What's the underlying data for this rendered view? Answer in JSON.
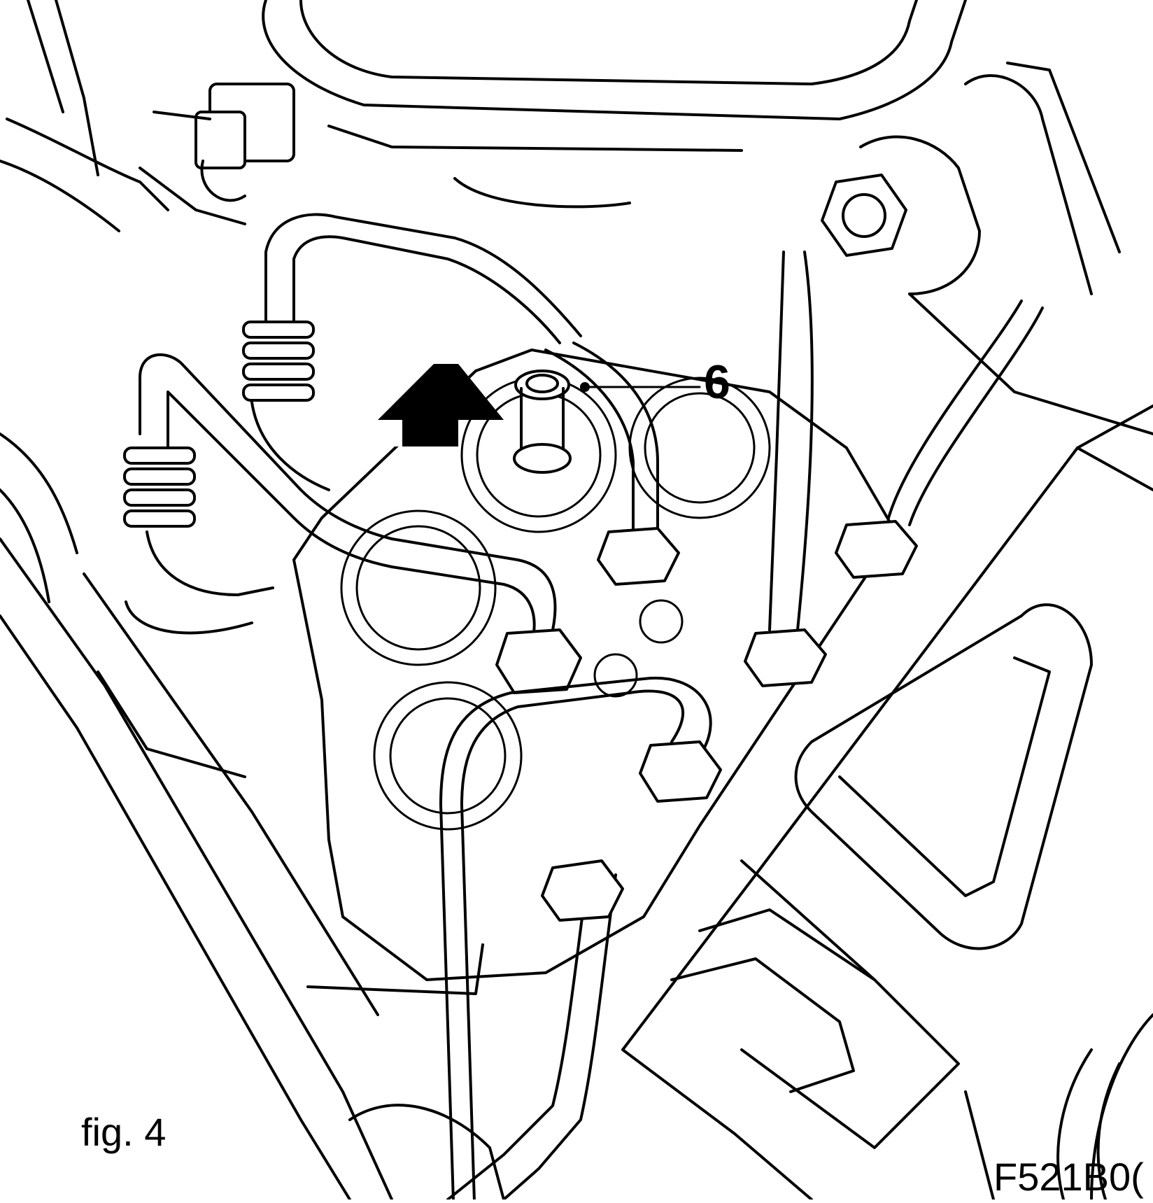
{
  "figure": {
    "label": "fig. 4",
    "reference_code": "F521B0(",
    "callouts": [
      {
        "number": "6",
        "part": "pipe-connection"
      }
    ],
    "direction_indicator": "arrow-up",
    "colors": {
      "line": "#000000",
      "background": "#ffffff"
    }
  }
}
